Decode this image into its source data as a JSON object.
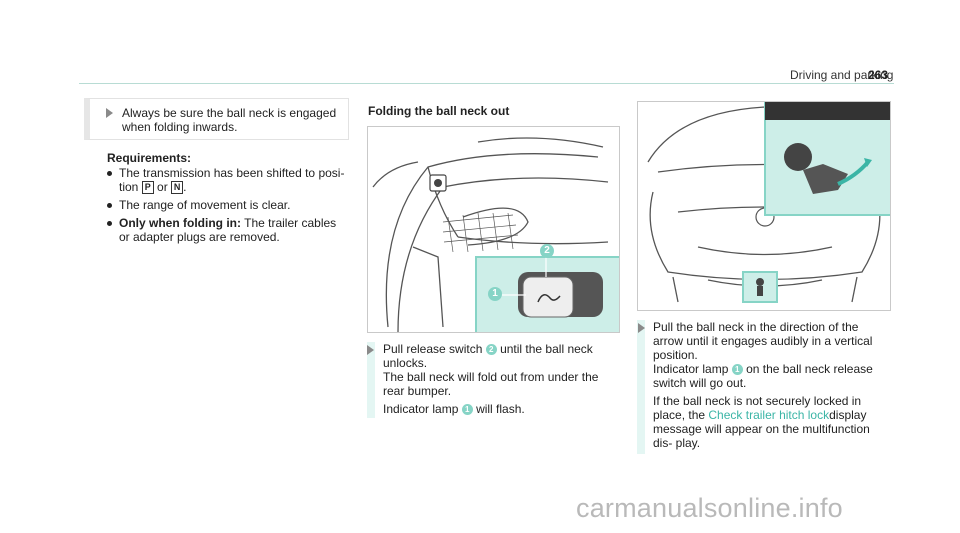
{
  "header": {
    "section": "Driving and parking",
    "page_number": "263"
  },
  "note": {
    "text": "Always be sure the ball neck is engaged when folding inwards."
  },
  "requirements": {
    "title": "Requirements:",
    "item1_text": "The transmission has been shifted to posi- tion",
    "item1_key_p": "P",
    "item1_or": "or",
    "item1_key_n": "N",
    "item2": "The range of movement is clear.",
    "item3_bold": "Only when folding in:",
    "item3_text": "The trailer cables or adapter plugs are removed."
  },
  "folding": {
    "title": "Folding the ball neck out"
  },
  "figure_left": {
    "callout1": "1",
    "callout2": "2"
  },
  "step1": {
    "text_a": "Pull release switch",
    "callout": "2",
    "text_b": "until the ball neck unlocks.",
    "text_c": "The ball neck will fold out from under the rear bumper.",
    "text_d": "Indicator lamp",
    "callout_lamp": "1",
    "text_e": "will flash."
  },
  "step2": {
    "text_a": "Pull the ball neck in the direction of the arrow until it engages audibly in a vertical position.",
    "text_b": "Indicator lamp",
    "callout_lamp": "1",
    "text_c": "on the ball neck release switch will go out.",
    "text_d": "If the ball neck is not securely locked in place, the",
    "link": "Check trailer hitch lock",
    "text_e": "display message will appear on the multifunction dis- play."
  },
  "watermark": "carmanualsonline.info",
  "colors": {
    "accent_teal": "#86d4c6",
    "highlight_bg": "#e4f6f3",
    "link_teal": "#3bb5a6"
  }
}
